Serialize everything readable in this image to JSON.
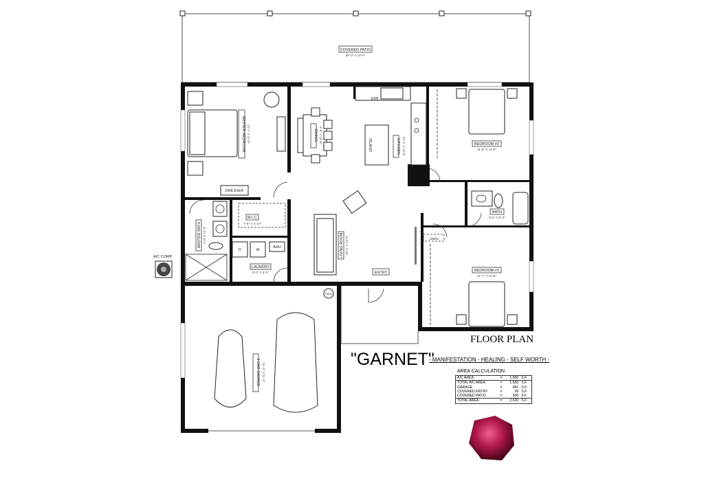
{
  "plan": {
    "name": "\"GARNET\"",
    "heading": "FLOOR PLAN",
    "tagline": "- MANIFESTATION - HEALING - SELF WORTH -",
    "ac_comp_label": "A/C COMP."
  },
  "rooms": {
    "patio": {
      "name": "COVERED PATIO",
      "dim": "50'-0\" X 10'-0\""
    },
    "master_bedroom": {
      "name": "MASTER BEDROOM",
      "dim": "14'-7\" X 14'-0\""
    },
    "dining": {
      "name": "DINING",
      "dim": "9'-6\" X 13'-0\""
    },
    "island": {
      "name": "ISLAND"
    },
    "kitchen": {
      "name": "KITCHEN",
      "dim": "10'-1\" X 14'-0\""
    },
    "bedroom2": {
      "name": "BEDROOM #2",
      "dim": "11'-8\" X 14'-0\""
    },
    "bath": {
      "name": "BATH",
      "dim": "5'-6\" X 8'-0\""
    },
    "bedroom3": {
      "name": "BEDROOM #3",
      "dim": "11'-7\" X 13'-8\""
    },
    "master_bath": {
      "name": "MASTER BATH",
      "dim": "6'-0\" X 11'-5\""
    },
    "wic": {
      "name": "W.I.C.",
      "dim": "7'-9\" X 4'-10\""
    },
    "laundry": {
      "name": "LAUNDRY",
      "dim": "8'-0\" X 6'-0\""
    },
    "living": {
      "name": "LIVING ROOM",
      "dim": "18'-4\" X 13'-0\""
    },
    "entry": {
      "name": "ENTRY"
    },
    "linen": {
      "name": "LINEN"
    },
    "garage": {
      "name": "2 CAR GARAGE",
      "dim": "21'-4\" X 21'-4\""
    }
  },
  "fixtures": {
    "dresser": "DRESSER",
    "dw": "D/W",
    "ahu": "AHU",
    "washer": "W",
    "dryer": "D",
    "hwh": "HWH"
  },
  "area_calculation": {
    "title": "AREA CALCULATION",
    "rows": [
      {
        "label": "A/C AREA",
        "eq": "=",
        "value": "1,550",
        "unit": "S.F."
      },
      {
        "label": "TOTAL A/C AREA",
        "eq": "=",
        "value": "1,550",
        "unit": "S.F."
      },
      {
        "label": "GARAGE",
        "eq": "=",
        "value": "481",
        "unit": "S.F."
      },
      {
        "label": "COVERED ENTRY",
        "eq": "=",
        "value": "99",
        "unit": "S.F."
      },
      {
        "label": "COVERED PATIO",
        "eq": "=",
        "value": "500",
        "unit": "S.F."
      },
      {
        "label": "TOTAL AREA",
        "eq": "=",
        "value": "2,630",
        "unit": "S.F."
      }
    ]
  },
  "colors": {
    "wall": "#111111",
    "gem": "#b0184a"
  }
}
